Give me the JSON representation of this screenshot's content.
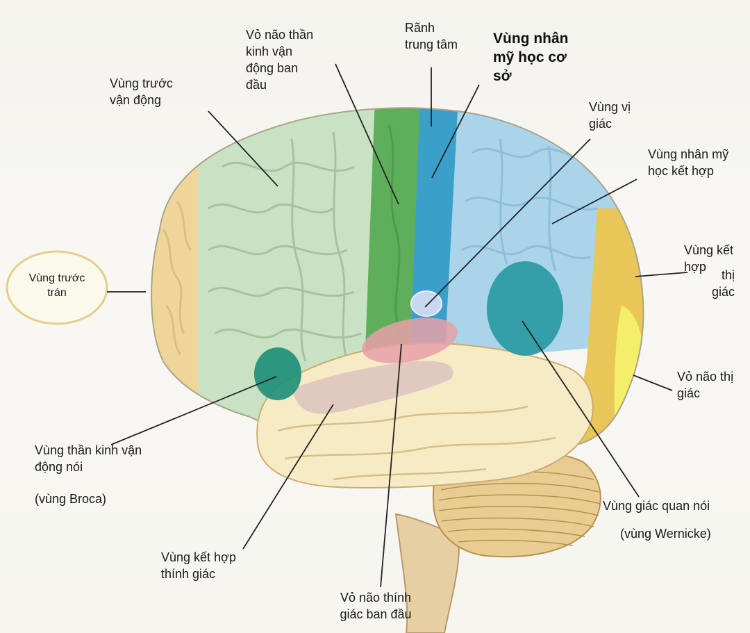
{
  "labels": {
    "prefrontal": "Vùng trước\ntrán",
    "premotor": "Vùng trước\nvận động",
    "primary_motor": "Vỏ não thần\nkinh vận\nđộng ban\nđầu",
    "central_sulcus": "Rãnh\ntrung tâm",
    "primary_somatosensory": "Vùng nhân\nmỹ học cơ\nsở",
    "gustatory": "Vùng vị\ngiác",
    "somatosensory_assoc": "Vùng nhân mỹ\nhọc kết hợp",
    "visual_assoc_1": "Vùng kết\nhợp",
    "visual_assoc_2": "thị\ngiác",
    "visual_cortex": "Vỏ não thị\ngiác",
    "broca_1": "Vùng thần kinh vận\nđộng nói",
    "broca_2": "(vùng Broca)",
    "auditory_assoc": "Vùng kết hợp\nthính giác",
    "primary_auditory": "Vỏ não thính\ngiác ban đầu",
    "wernicke_1": "Vùng giác quan nói",
    "wernicke_2": "(vùng Wernicke)"
  },
  "colors": {
    "prefrontal": "#f0d59a",
    "premotor": "#c9e2c4",
    "motor": "#5fae5c",
    "sensory_strip": "#3a9fc9",
    "parietal": "#a9d4ea",
    "occipital_assoc": "#e9c658",
    "visual": "#f3ef6a",
    "temporal": "#f7ebc6",
    "broca": "#1f8f77",
    "wernicke": "#2a9aa2",
    "auditory": "#e8a0a8",
    "gustatory": "#c8d8f0",
    "cerebellum": "#e9cc92"
  }
}
